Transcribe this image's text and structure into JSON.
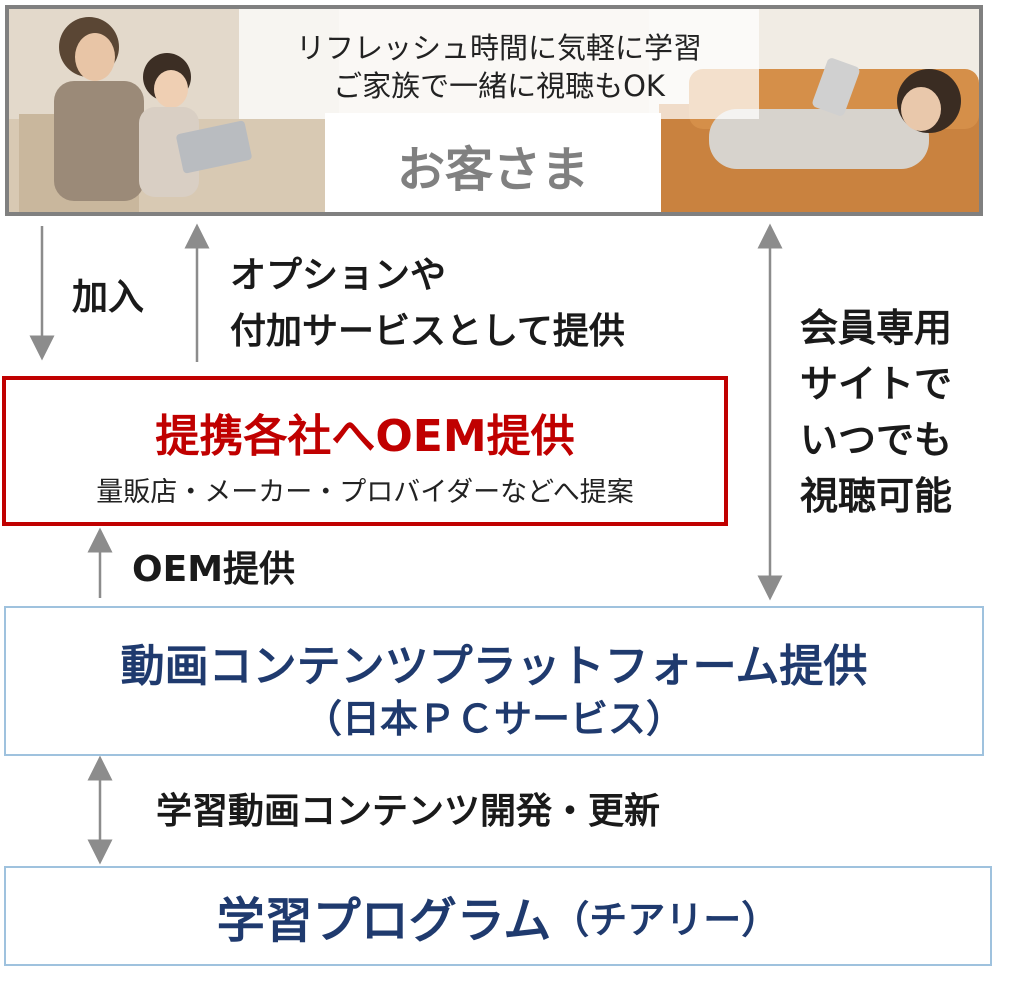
{
  "banner": {
    "caption_line1": "リフレッシュ時間に気軽に学習",
    "caption_line2": "ご家族で一緒に視聴もOK",
    "customer_label": "お客さま"
  },
  "labels": {
    "join": "加入",
    "option_line1": "オプションや",
    "option_line2": "付加サービスとして提供",
    "member_line1": "会員専用",
    "member_line2": "サイトで",
    "member_line3": "いつでも",
    "member_line4": "視聴可能",
    "oem_provide": "OEM提供",
    "content_dev": "学習動画コンテンツ開発・更新"
  },
  "oem_box": {
    "title": "提携各社へOEM提供",
    "subtitle": "量販店・メーカー・プロバイダーなどへ提案"
  },
  "platform_box": {
    "title": "動画コンテンツプラットフォーム提供",
    "subtitle": "（日本ＰＣサービス）"
  },
  "program_box": {
    "title": "学習プログラム",
    "paren": "（チアリー）"
  },
  "colors": {
    "oem_red": "#c00000",
    "navy": "#1f3a6e",
    "box_border_blue": "#9fc2de",
    "arrow_gray": "#8c8c8c",
    "banner_border": "#808080"
  }
}
